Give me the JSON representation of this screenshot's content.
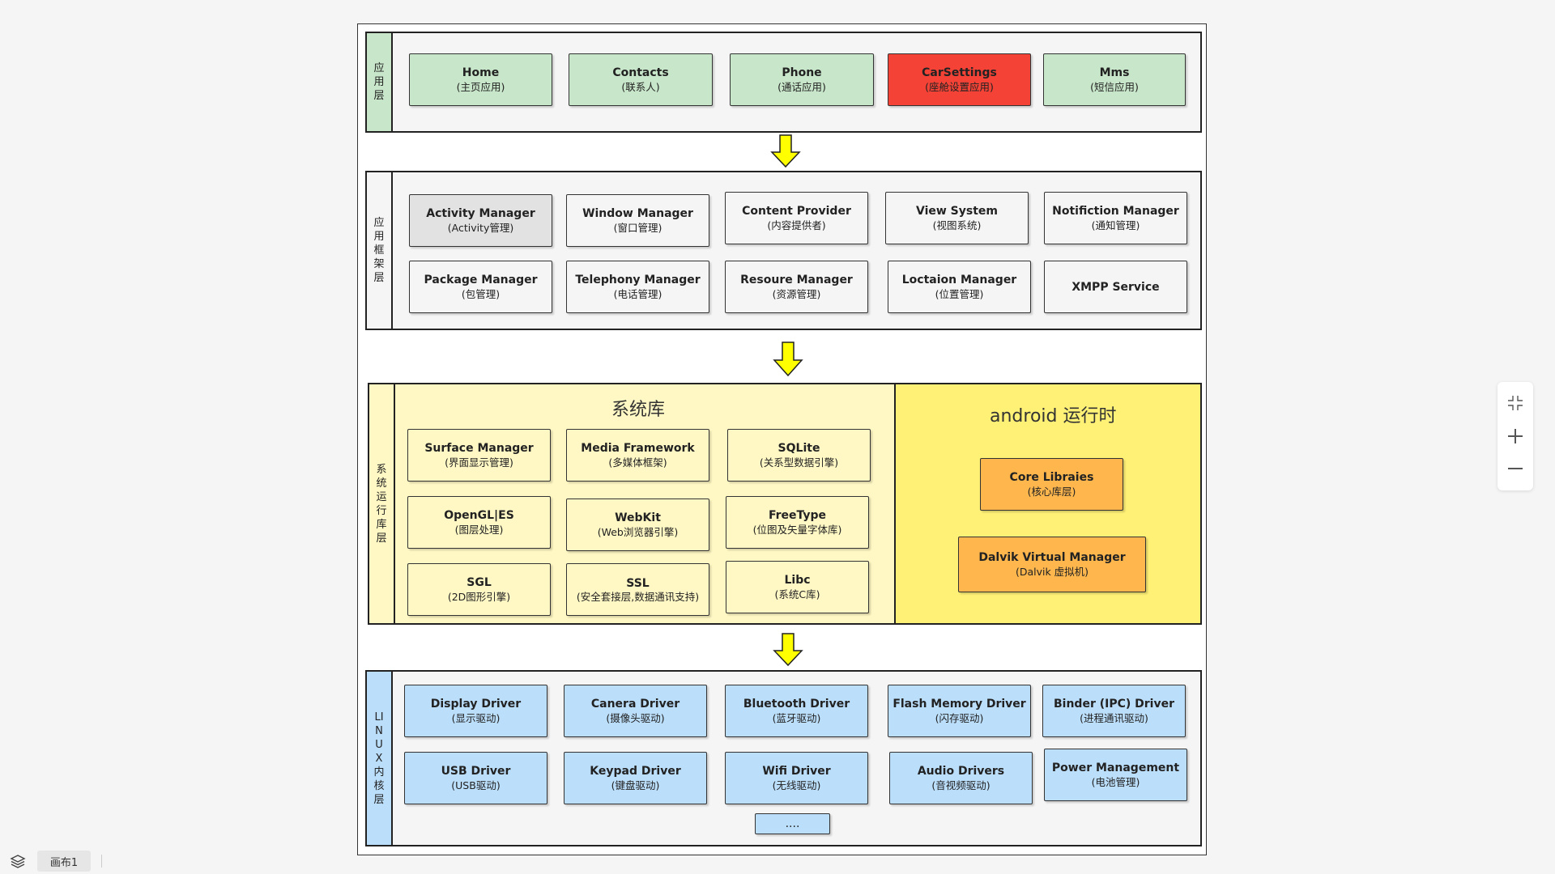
{
  "layers": {
    "app": {
      "label": "应用层",
      "boxes": [
        {
          "title": "Home",
          "sub": "(主页应用)"
        },
        {
          "title": "Contacts",
          "sub": "(联系人)"
        },
        {
          "title": "Phone",
          "sub": "(通话应用)"
        },
        {
          "title": "CarSettings",
          "sub": "(座舱设置应用)"
        },
        {
          "title": "Mms",
          "sub": "(短信应用)"
        }
      ]
    },
    "framework": {
      "label": "应用框架层",
      "boxes": [
        {
          "title": "Activity Manager",
          "sub": "(Activity管理)"
        },
        {
          "title": "Window Manager",
          "sub": "(窗口管理)"
        },
        {
          "title": "Content Provider",
          "sub": "(内容提供者)"
        },
        {
          "title": "View System",
          "sub": "(视图系统)"
        },
        {
          "title": "Notifiction Manager",
          "sub": "(通知管理)"
        },
        {
          "title": "Package Manager",
          "sub": "(包管理)"
        },
        {
          "title": "Telephony Manager",
          "sub": "(电话管理)"
        },
        {
          "title": "Resoure Manager",
          "sub": "(资源管理)"
        },
        {
          "title": "Loctaion Manager",
          "sub": "(位置管理)"
        },
        {
          "title": "XMPP Service",
          "sub": ""
        }
      ]
    },
    "runtime": {
      "label": "系统运行库层",
      "libs_title": "系统库",
      "runtime_title": "android 运行时",
      "libs": [
        {
          "title": "Surface Manager",
          "sub": "(界面显示管理)"
        },
        {
          "title": "Media Framework",
          "sub": "(多媒体框架)"
        },
        {
          "title": "SQLite",
          "sub": "(关系型数据引擎)"
        },
        {
          "title": "OpenGL|ES",
          "sub": "(图层处理)"
        },
        {
          "title": "WebKit",
          "sub": "(Web浏览器引擎)"
        },
        {
          "title": "FreeType",
          "sub": "(位图及矢量字体库)"
        },
        {
          "title": "SGL",
          "sub": "(2D图形引擎)"
        },
        {
          "title": "SSL",
          "sub": "(安全套接层,数据通讯支持)"
        },
        {
          "title": "Libc",
          "sub": "(系统C库)"
        }
      ],
      "runtime_boxes": [
        {
          "title": "Core Libraies",
          "sub": "(核心库层)"
        },
        {
          "title": "Dalvik Virtual Manager",
          "sub": "(Dalvik 虚拟机)"
        }
      ]
    },
    "kernel": {
      "label": "LINUX内核层",
      "boxes": [
        {
          "title": "Display Driver",
          "sub": "(显示驱动)"
        },
        {
          "title": "Canera Driver",
          "sub": "(摄像头驱动)"
        },
        {
          "title": "Bluetooth Driver",
          "sub": "(蓝牙驱动)"
        },
        {
          "title": "Flash Memory Driver",
          "sub": "(闪存驱动)"
        },
        {
          "title": "Binder (IPC) Driver",
          "sub": "(进程通讯驱动)"
        },
        {
          "title": "USB Driver",
          "sub": "(USB驱动)"
        },
        {
          "title": "Keypad Driver",
          "sub": "(键盘驱动)"
        },
        {
          "title": "Wifi Driver",
          "sub": "(无线驱动)"
        },
        {
          "title": "Audio Drivers",
          "sub": "(音视频驱动)"
        },
        {
          "title": "Power Management",
          "sub": "(电池管理)"
        },
        {
          "title": "....",
          "sub": ""
        }
      ]
    }
  },
  "colors": {
    "app_layer": "#c8e6c9",
    "highlight": "#f44336",
    "framework": "#f5f5f5",
    "runtime_libs": "#fff8c4",
    "runtime_android": "#fff176",
    "runtime_boxes": "#ffb74d",
    "kernel": "#bbdefb",
    "arrow": "#ffff00"
  },
  "ui": {
    "canvas_tab": "画布1",
    "icons": [
      "layers-icon",
      "collapse-icon",
      "zoom-in-icon",
      "zoom-out-icon"
    ]
  }
}
